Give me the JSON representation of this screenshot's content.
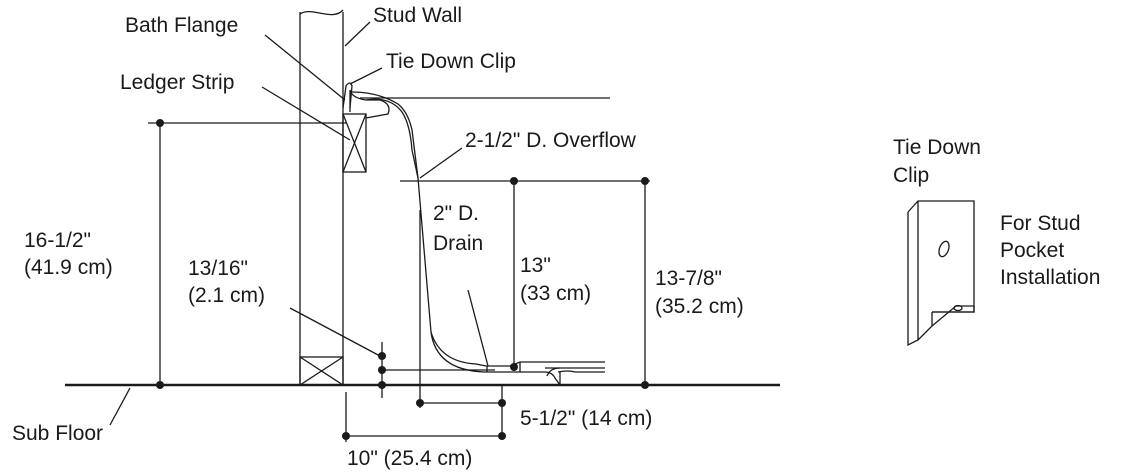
{
  "labels": {
    "bath_flange": "Bath Flange",
    "stud_wall": "Stud Wall",
    "tie_down_clip": "Tie Down Clip",
    "ledger_strip": "Ledger Strip",
    "overflow": "2-1/2\" D. Overflow",
    "sub_floor": "Sub Floor",
    "drain_line1": "2\" D.",
    "drain_line2": "Drain",
    "clip_detail_line1": "Tie Down",
    "clip_detail_line2": "Clip",
    "stud_pocket_line1": "For Stud",
    "stud_pocket_line2": "Pocket",
    "stud_pocket_line3": "Installation"
  },
  "dimensions": {
    "height_total_in": "16-1/2\"",
    "height_total_cm": "(41.9 cm)",
    "floor_gap_in": "13/16\"",
    "floor_gap_cm": "(2.1 cm)",
    "drain_height_in": "13\"",
    "drain_height_cm": "(33 cm)",
    "overflow_height_in": "13-7/8\"",
    "overflow_height_cm": "(35.2 cm)",
    "drain_offset": "5-1/2\" (14 cm)",
    "wall_to_drain": "10\" (25.4 cm)"
  }
}
